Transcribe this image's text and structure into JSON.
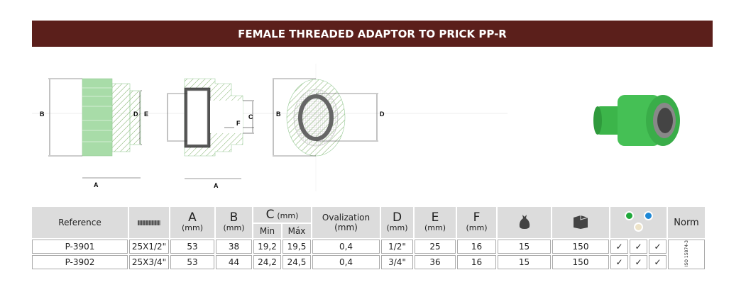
{
  "title": "FEMALE THREADED ADAPTOR TO PRICK PP-R",
  "diagram_labels": {
    "a": "A",
    "b": "B",
    "c": "C",
    "d": "D",
    "e": "E",
    "f": "F"
  },
  "table": {
    "headers": {
      "reference": "Reference",
      "size_icon": "ruler-icon",
      "a": "A",
      "b": "B",
      "c": "C",
      "mm": "(mm)",
      "min": "Min",
      "max": "Máx",
      "ovalization": "Ovalization",
      "d": "D",
      "e": "E",
      "f": "F",
      "bag_icon": "bag-icon",
      "box_icon": "box-icon",
      "norm": "Norm"
    },
    "colors": [
      "#1fa83a",
      "#1e88d6",
      "#ede3c8"
    ],
    "check": "✓",
    "norm_value": "ISO 15874-3",
    "rows": [
      {
        "reference": "P-3901",
        "size": "25X1/2\"",
        "a": "53",
        "b": "38",
        "c_min": "19,2",
        "c_max": "19,5",
        "ovalization": "0,4",
        "d": "1/2\"",
        "e": "25",
        "f": "16",
        "bag": "15",
        "box": "150"
      },
      {
        "reference": "P-3902",
        "size": "25X3/4\"",
        "a": "53",
        "b": "44",
        "c_min": "24,2",
        "c_max": "24,5",
        "ovalization": "0,4",
        "d": "3/4\"",
        "e": "36",
        "f": "16",
        "bag": "15",
        "box": "150"
      }
    ]
  }
}
